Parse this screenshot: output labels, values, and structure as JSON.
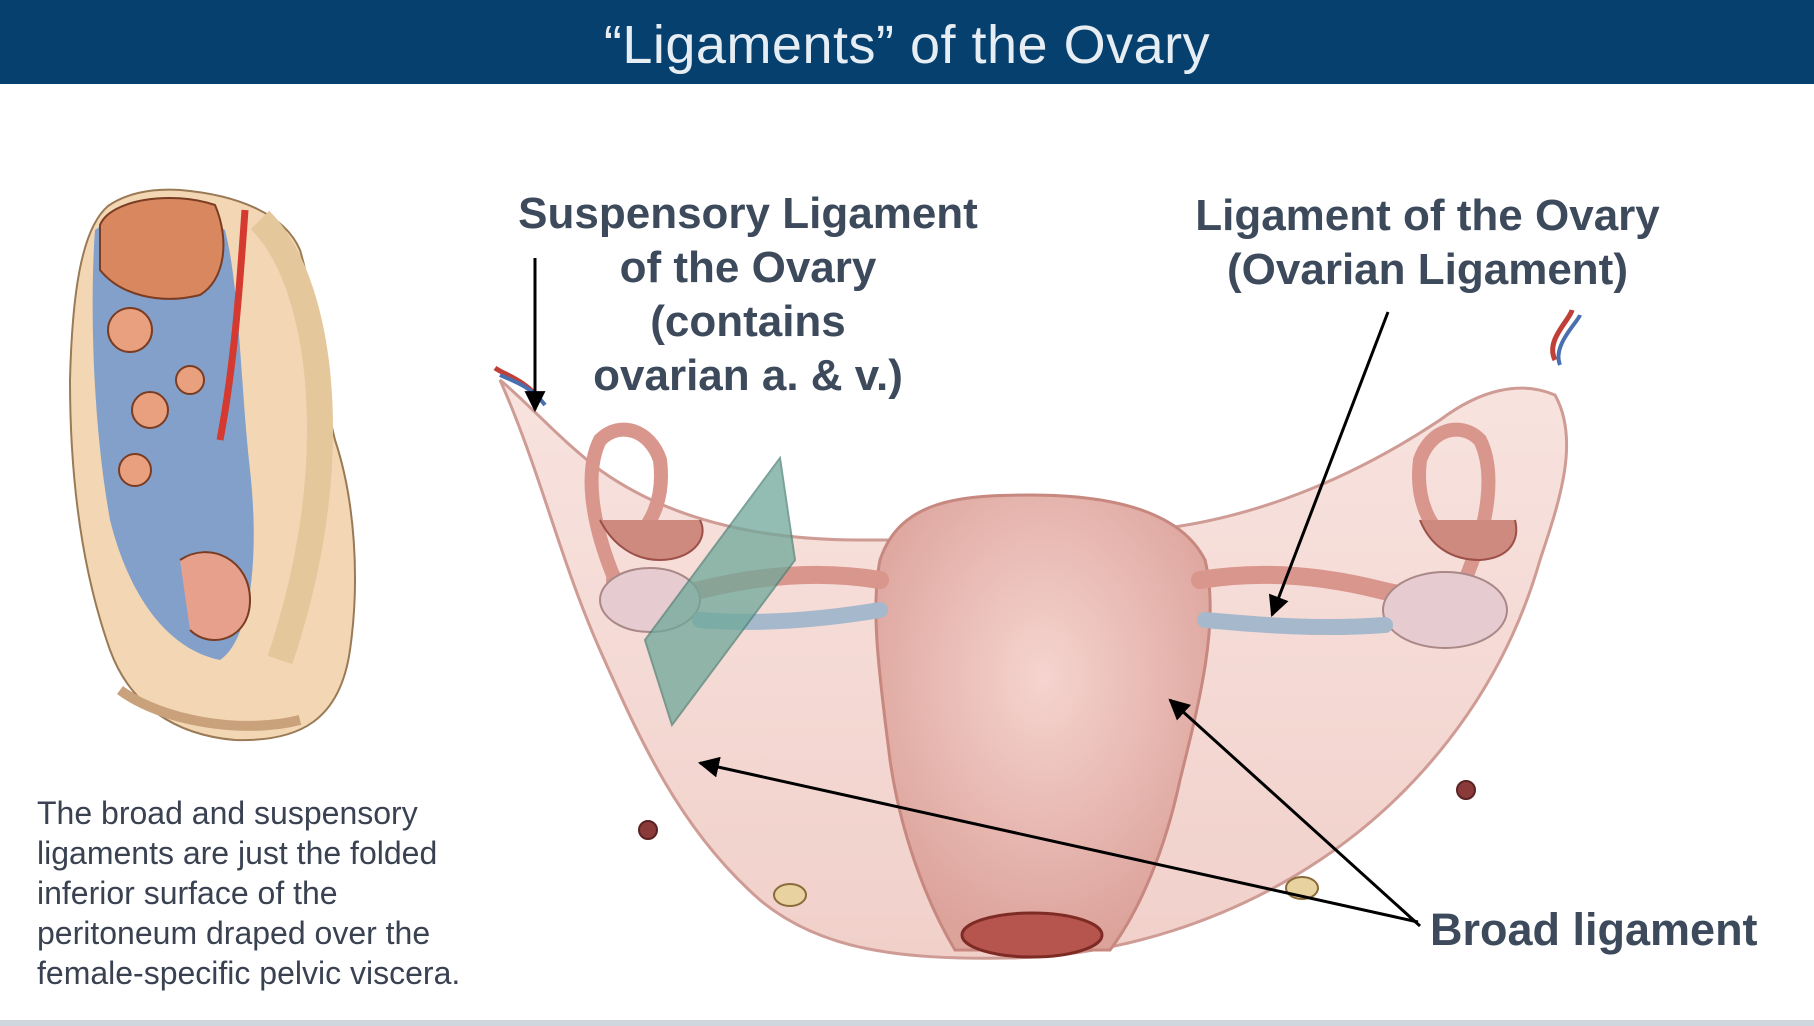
{
  "slide": {
    "title": "“Ligaments” of the Ovary"
  },
  "labels": {
    "suspensory": [
      "Suspensory Ligament",
      "of the Ovary",
      "(contains",
      "ovarian a. & v.)"
    ],
    "ovarian": [
      "Ligament of the Ovary",
      "(Ovarian Ligament)"
    ],
    "broad": "Broad ligament"
  },
  "caption": [
    "The broad and suspensory",
    "ligaments are just the folded",
    "inferior surface of the",
    "peritoneum draped over the",
    "female-specific pelvic viscera."
  ],
  "colors": {
    "title_bar": "#05406f",
    "label_text": "#3d4a5c",
    "peritoneum": "#f4d9d4",
    "uterus": "#e9b7b0",
    "vessel_blue": "#8fa9c6",
    "plane_green": "#6fa89a"
  }
}
